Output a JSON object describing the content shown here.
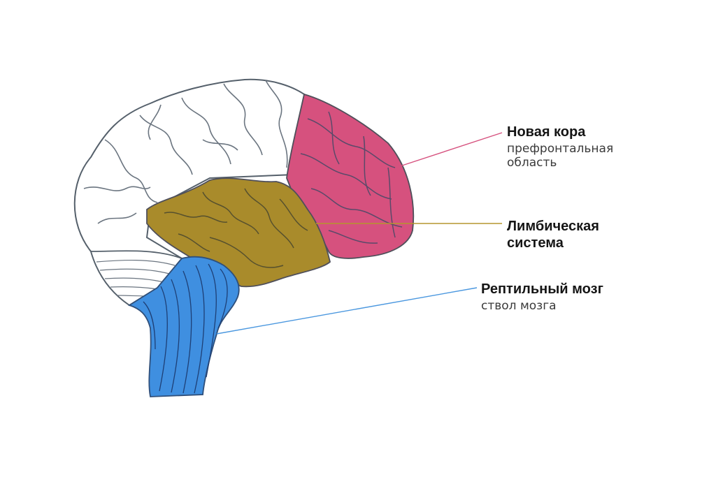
{
  "labels": {
    "neocortex": {
      "title": "Новая кора",
      "subtitle": "префронтальная область"
    },
    "limbic": {
      "title_line1": "Лимбическая",
      "title_line2": "система"
    },
    "reptilian": {
      "title": "Рептильный мозг",
      "subtitle": "ствол мозга"
    }
  },
  "colors": {
    "neocortex": "#d6517e",
    "limbic": "#a98b2b",
    "brainstem": "#3f8fe0",
    "cortex_white": "#ffffff",
    "outline": "#55606b",
    "line_neocortex": "#d6517e",
    "line_limbic": "#b5962f",
    "line_reptilian": "#4a97df"
  }
}
